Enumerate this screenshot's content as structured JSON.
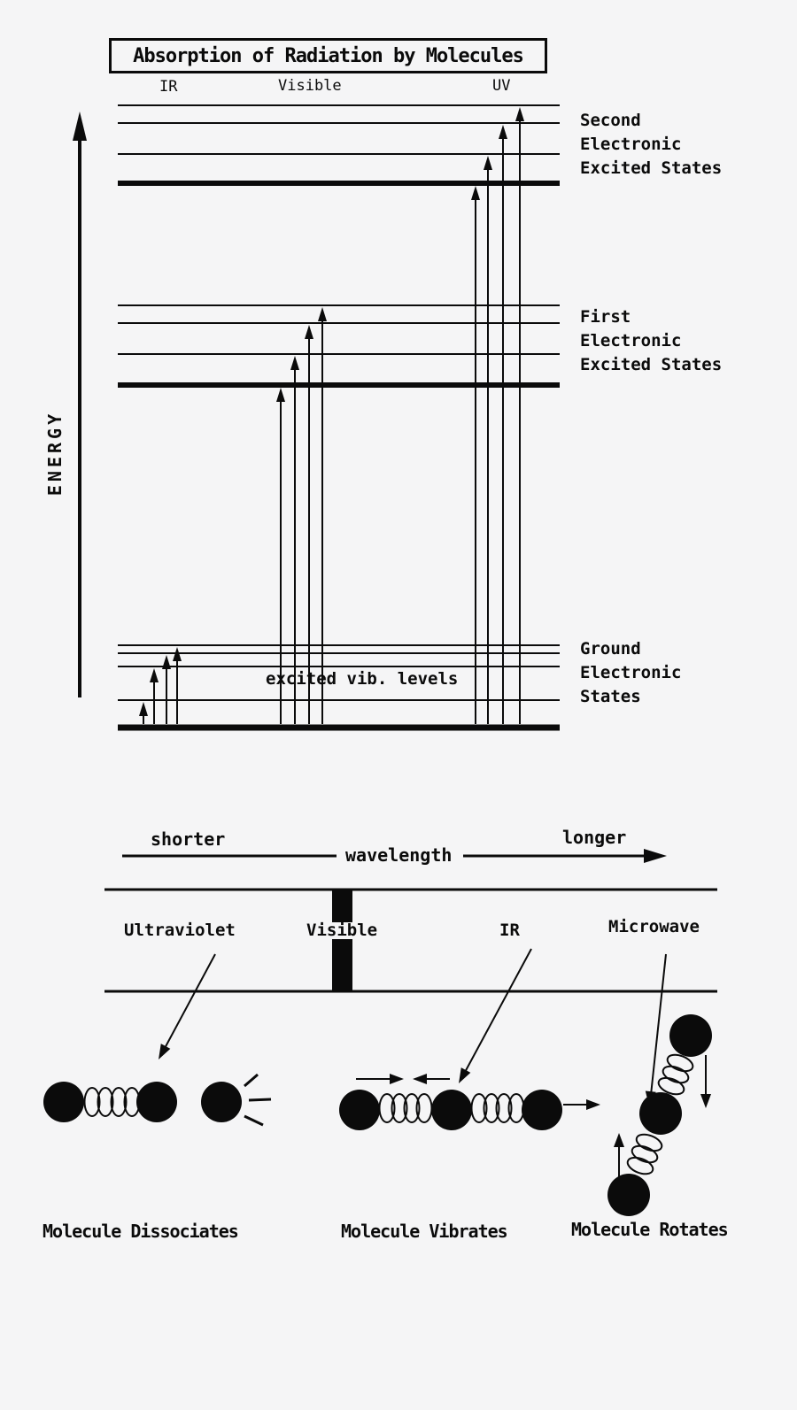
{
  "colors": {
    "ink": "#0b0b0b",
    "background": "#f5f5f6"
  },
  "title": "Absorption of Radiation by Molecules",
  "energy_axis_label": "ENERGY",
  "spectral_region_headers": {
    "ir": "IR",
    "visible": "Visible",
    "uv": "UV"
  },
  "energy_levels": {
    "second_excited": [
      "Second",
      "Electronic",
      "Excited States"
    ],
    "first_excited": [
      "First",
      "Electronic",
      "Excited States"
    ],
    "ground": [
      "Ground",
      "Electronic",
      "States"
    ],
    "vibrational_note": "excited vib. levels"
  },
  "wavelength_scale": {
    "left": "shorter",
    "center": "wavelength",
    "right": "longer"
  },
  "spectrum_bands": {
    "ultraviolet": "Ultraviolet",
    "visible": "Visible",
    "ir": "IR",
    "microwave": "Microwave"
  },
  "molecule_captions": {
    "dissociates": "Molecule Dissociates",
    "vibrates": "Molecule Vibrates",
    "rotates": "Molecule Rotates"
  }
}
